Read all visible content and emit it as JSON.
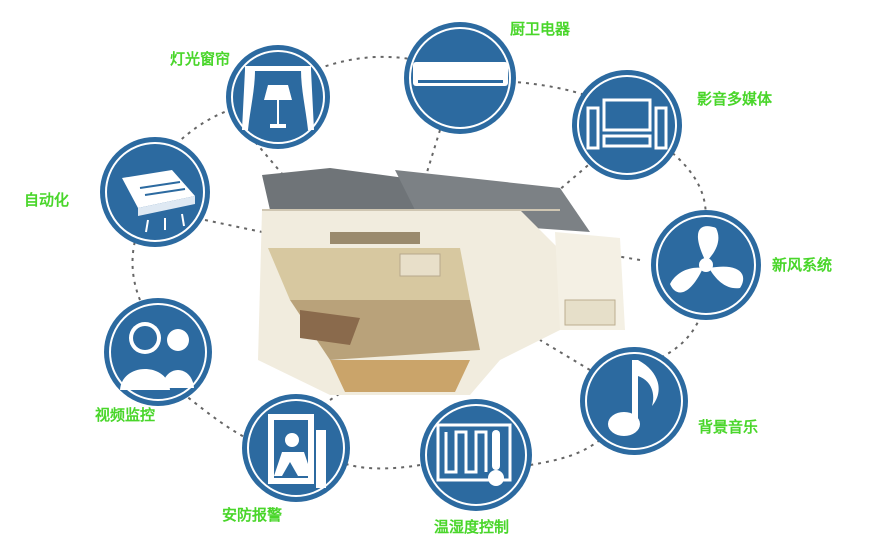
{
  "nodes": [
    {
      "id": "lighting",
      "label": "灯光窗帘",
      "icon": "lamp-curtain-icon"
    },
    {
      "id": "kitchen",
      "label": "厨卫电器",
      "icon": "air-conditioner-icon"
    },
    {
      "id": "media",
      "label": "影音多媒体",
      "icon": "tv-speakers-icon"
    },
    {
      "id": "automation",
      "label": "自动化",
      "icon": "ceiling-ac-icon"
    },
    {
      "id": "ventilation",
      "label": "新风系统",
      "icon": "fan-icon"
    },
    {
      "id": "cctv",
      "label": "视频监控",
      "icon": "people-surveillance-icon"
    },
    {
      "id": "music",
      "label": "背景音乐",
      "icon": "music-note-icon"
    },
    {
      "id": "security",
      "label": "安防报警",
      "icon": "intruder-alarm-icon"
    },
    {
      "id": "climate",
      "label": "温湿度控制",
      "icon": "thermometer-heater-icon"
    }
  ],
  "center": {
    "icon": "house-cutaway-icon"
  },
  "colors": {
    "node": "#2c6aa0",
    "label": "#49d62a",
    "connector": "#666666"
  }
}
